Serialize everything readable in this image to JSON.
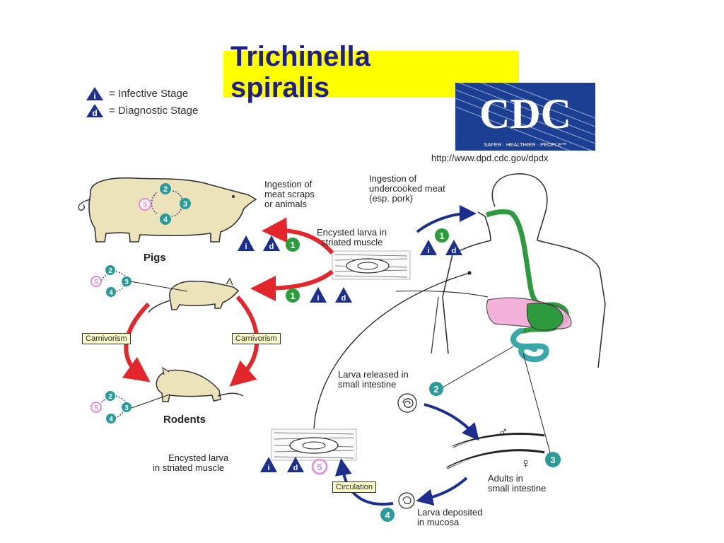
{
  "title": {
    "line1": "Trichinella",
    "line2": "spiralis"
  },
  "legend": {
    "infective": {
      "letter": "i",
      "text": "= Infective Stage"
    },
    "diagnostic": {
      "letter": "d",
      "text": "= Diagnostic Stage"
    }
  },
  "cdc": {
    "logo_text": "CDC",
    "tagline": "SAFER · HEALTHIER · PEOPLE™",
    "url": "http://www.dpd.cdc.gov/dpdx"
  },
  "labels": {
    "ingestion_scraps": [
      "Ingestion of",
      "meat scraps",
      "or animals"
    ],
    "ingestion_undercooked": [
      "Ingestion of",
      "undercooked meat",
      "(esp. pork)"
    ],
    "encysted_top": [
      "Encysted larva in",
      "striated muscle"
    ],
    "pigs": "Pigs",
    "rodents": "Rodents",
    "carnivorism_left": "Carnivorism",
    "carnivorism_right": "Carnivorism",
    "larva_released": [
      "Larva released in",
      "small intestine"
    ],
    "adults": [
      "Adults in",
      "small intestine"
    ],
    "encysted_bottom": [
      "Encysted larva",
      "in striated muscle"
    ],
    "circulation": "Circulation",
    "larva_deposited": [
      "Larva deposited",
      "in mucosa"
    ]
  },
  "stages": {
    "s1": "1",
    "s2": "2",
    "s3": "3",
    "s4": "4",
    "s5": "5",
    "i": "i",
    "d": "d"
  },
  "symbols": {
    "male": "♂",
    "female": "♀"
  },
  "colors": {
    "title_text": "#1f1f8c",
    "title_bg": "#ffff00",
    "stage_green": "#2a9d3c",
    "stage_teal": "#2a9a9a",
    "stage_pink": "#e88ad8",
    "triangle_blue": "#1c2f8f",
    "red_arrow": "#e3262b",
    "blue_arrow": "#1c2f8f",
    "animal_fill": "#ece3bb",
    "gut_green": "#2d9a3e",
    "stomach_pink": "#f2a9d8",
    "intestine_teal": "#3aa8a8"
  }
}
